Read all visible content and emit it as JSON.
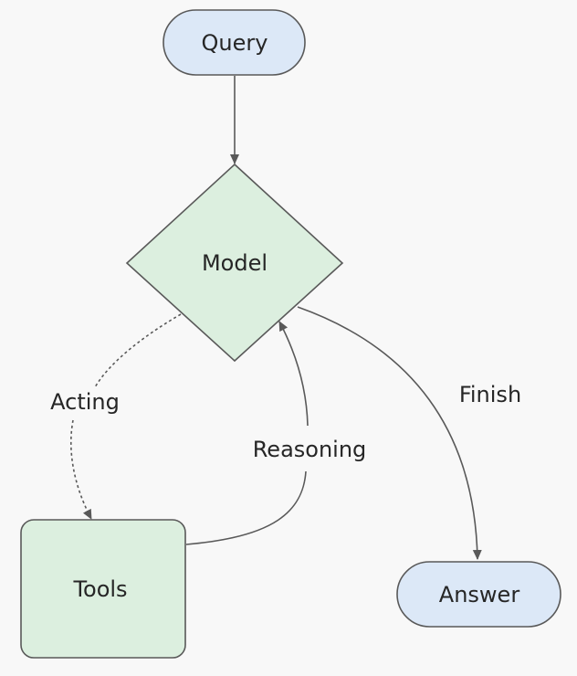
{
  "diagram": {
    "colors": {
      "background": "#f8f8f8",
      "terminal_fill": "#dce8f7",
      "process_fill": "#dcefdf",
      "stroke": "#595959",
      "text": "#262626"
    },
    "nodes": {
      "query": {
        "label": "Query",
        "shape": "stadium"
      },
      "model": {
        "label": "Model",
        "shape": "diamond"
      },
      "tools": {
        "label": "Tools",
        "shape": "rounded-rect"
      },
      "answer": {
        "label": "Answer",
        "shape": "stadium"
      }
    },
    "edges": {
      "query_to_model": {
        "label": "",
        "style": "solid"
      },
      "model_to_tools": {
        "label": "Acting",
        "style": "dashed"
      },
      "tools_to_model": {
        "label": "Reasoning",
        "style": "solid"
      },
      "model_to_answer": {
        "label": "Finish",
        "style": "solid"
      }
    }
  }
}
